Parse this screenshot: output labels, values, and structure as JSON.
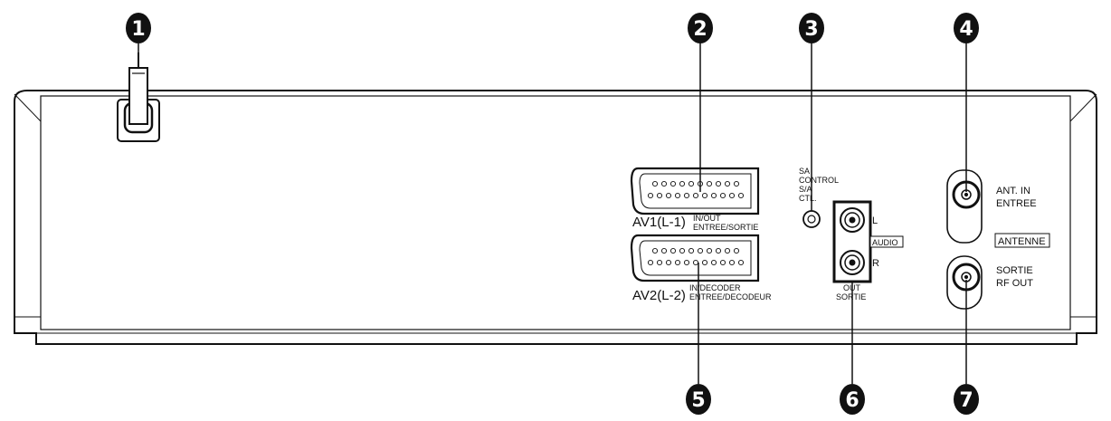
{
  "callouts": {
    "c1": "1",
    "c2": "2",
    "c3": "3",
    "c4": "4",
    "c5": "5",
    "c6": "6",
    "c7": "7"
  },
  "labels": {
    "av1_name": "AV1(L-1)",
    "av1_line1": "IN/OUT",
    "av1_line2": "ENTREE/SORTIE",
    "av2_name": "AV2(L-2)",
    "av2_line1": "IN/DECODER",
    "av2_line2": "ENTREE/DECODEUR",
    "sa_line1": "SA",
    "sa_line2": "CONTROL",
    "sa_line3": "S/A",
    "sa_line4": "CTL.",
    "audio_l": "L",
    "audio_r": "R",
    "audio_box": "AUDIO",
    "audio_out1": "OUT",
    "audio_out2": "SORTIE",
    "ant_in1": "ANT. IN",
    "ant_in2": "ENTREE",
    "antenne_box": "ANTENNE",
    "rf_out1": "SORTIE",
    "rf_out2": "RF OUT"
  }
}
